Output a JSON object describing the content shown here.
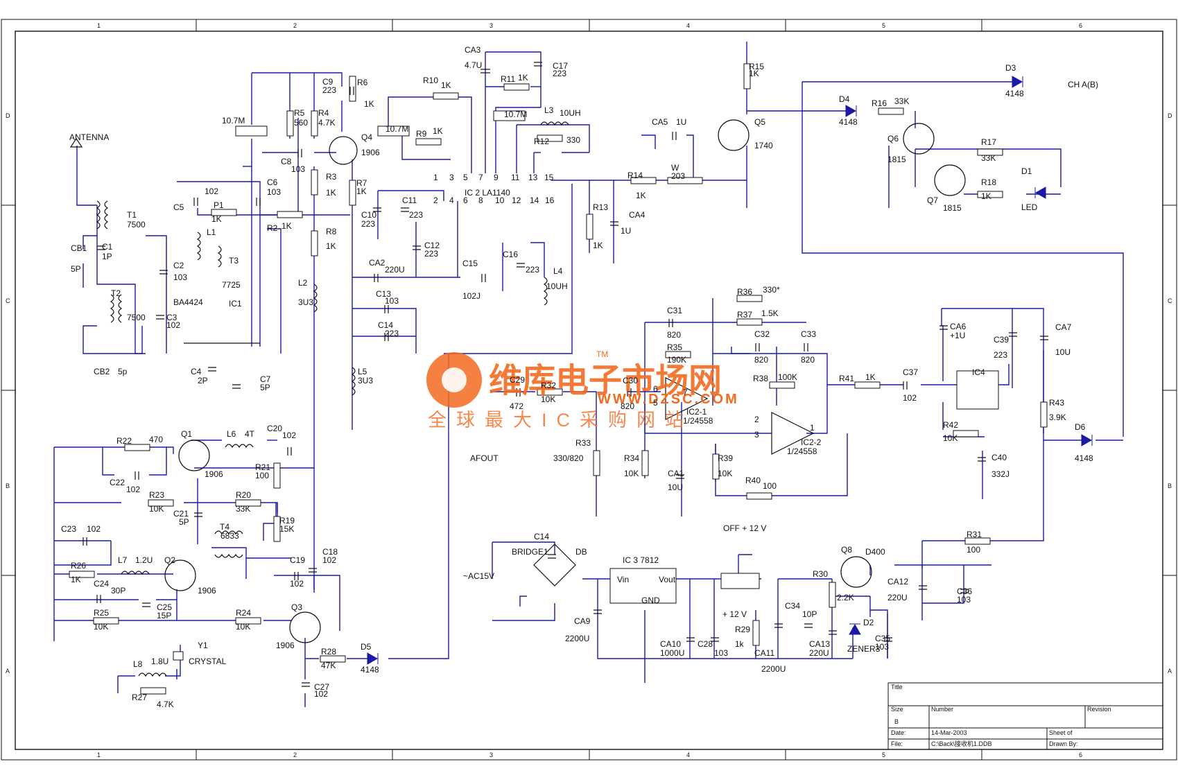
{
  "border": {
    "columns": [
      "1",
      "2",
      "3",
      "4",
      "5",
      "6"
    ],
    "rows": [
      "D",
      "C",
      "B",
      "A"
    ]
  },
  "labels": [
    {
      "id": "antenna",
      "text": "ANTENNA"
    },
    {
      "id": "t1",
      "text": "T1"
    },
    {
      "id": "t1v",
      "text": "7500"
    },
    {
      "id": "cb1",
      "text": "CB1"
    },
    {
      "id": "c1",
      "text": "C1"
    },
    {
      "id": "c1v",
      "text": "1P"
    },
    {
      "id": "cb1v",
      "text": "5P"
    },
    {
      "id": "t2",
      "text": "T2"
    },
    {
      "id": "t2v",
      "text": "7500"
    },
    {
      "id": "cb2",
      "text": "CB2"
    },
    {
      "id": "cb2v",
      "text": "5p"
    },
    {
      "id": "c5",
      "text": "C5"
    },
    {
      "id": "c5v",
      "text": "102"
    },
    {
      "id": "p1",
      "text": "P1"
    },
    {
      "id": "p1v",
      "text": "1K"
    },
    {
      "id": "c2",
      "text": "C2"
    },
    {
      "id": "c2v",
      "text": "103"
    },
    {
      "id": "c3",
      "text": "C3"
    },
    {
      "id": "c3v",
      "text": "102"
    },
    {
      "id": "ba",
      "text": "BA4424"
    },
    {
      "id": "ic1",
      "text": "IC1"
    },
    {
      "id": "l1",
      "text": "L1"
    },
    {
      "id": "t3",
      "text": "T3"
    },
    {
      "id": "t3v",
      "text": "7725"
    },
    {
      "id": "c4",
      "text": "C4"
    },
    {
      "id": "c4v",
      "text": "2P"
    },
    {
      "id": "c7",
      "text": "C7"
    },
    {
      "id": "c7v",
      "text": "5P"
    },
    {
      "id": "c6",
      "text": "C6"
    },
    {
      "id": "c6v",
      "text": "103"
    },
    {
      "id": "r2",
      "text": "R2"
    },
    {
      "id": "r2v",
      "text": "1K"
    },
    {
      "id": "f107a",
      "text": "10.7M"
    },
    {
      "id": "r5",
      "text": "R5"
    },
    {
      "id": "r5v",
      "text": "560"
    },
    {
      "id": "r4",
      "text": "R4"
    },
    {
      "id": "r4v",
      "text": "4.7K"
    },
    {
      "id": "c9",
      "text": "C9"
    },
    {
      "id": "c9v",
      "text": "223"
    },
    {
      "id": "r6",
      "text": "R6"
    },
    {
      "id": "r6v",
      "text": "1K"
    },
    {
      "id": "c8",
      "text": "C8"
    },
    {
      "id": "c8v",
      "text": "103"
    },
    {
      "id": "q4",
      "text": "Q4"
    },
    {
      "id": "q4v",
      "text": "1906"
    },
    {
      "id": "r3",
      "text": "R3"
    },
    {
      "id": "r3v",
      "text": "1K"
    },
    {
      "id": "r7",
      "text": "R7"
    },
    {
      "id": "r7v",
      "text": "1K"
    },
    {
      "id": "r8",
      "text": "R8"
    },
    {
      "id": "r8v",
      "text": "1K"
    },
    {
      "id": "l2",
      "text": "L2"
    },
    {
      "id": "l2v",
      "text": "3U3"
    },
    {
      "id": "l5",
      "text": "L5"
    },
    {
      "id": "l5v",
      "text": "3U3"
    },
    {
      "id": "ca3",
      "text": "CA3"
    },
    {
      "id": "ca3v",
      "text": "4.7U"
    },
    {
      "id": "c17",
      "text": "C17"
    },
    {
      "id": "c17v",
      "text": "223"
    },
    {
      "id": "r10",
      "text": "R10"
    },
    {
      "id": "r10v",
      "text": "1K"
    },
    {
      "id": "r11",
      "text": "R11"
    },
    {
      "id": "r11v",
      "text": "1K"
    },
    {
      "id": "f107b",
      "text": "10.7M"
    },
    {
      "id": "f107c",
      "text": "10.7M"
    },
    {
      "id": "r9",
      "text": "R9"
    },
    {
      "id": "r9v",
      "text": "1K"
    },
    {
      "id": "l3",
      "text": "L3"
    },
    {
      "id": "l3v",
      "text": "10UH"
    },
    {
      "id": "r12",
      "text": "R12"
    },
    {
      "id": "r12v",
      "text": "330"
    },
    {
      "id": "ic2",
      "text": "IC 2 LA1140"
    },
    {
      "id": "c10",
      "text": "C10"
    },
    {
      "id": "c10v",
      "text": "223"
    },
    {
      "id": "c11",
      "text": "C11"
    },
    {
      "id": "c11v",
      "text": "223"
    },
    {
      "id": "c12",
      "text": "C12"
    },
    {
      "id": "c12v",
      "text": "223"
    },
    {
      "id": "ca2",
      "text": "CA2"
    },
    {
      "id": "ca2v",
      "text": "220U"
    },
    {
      "id": "c15",
      "text": "C15"
    },
    {
      "id": "c15v",
      "text": "102J"
    },
    {
      "id": "c13",
      "text": "C13"
    },
    {
      "id": "c13v",
      "text": "103"
    },
    {
      "id": "c14",
      "text": "C14"
    },
    {
      "id": "c14v",
      "text": "223"
    },
    {
      "id": "c16",
      "text": "C16"
    },
    {
      "id": "c16v",
      "text": "223"
    },
    {
      "id": "l4",
      "text": "L4"
    },
    {
      "id": "l4v",
      "text": "10UH"
    },
    {
      "id": "r15",
      "text": "R15"
    },
    {
      "id": "r15v",
      "text": "1K"
    },
    {
      "id": "ca5",
      "text": "CA5"
    },
    {
      "id": "ca5v",
      "text": "1U"
    },
    {
      "id": "q5",
      "text": "Q5"
    },
    {
      "id": "q5v",
      "text": "1740"
    },
    {
      "id": "r14",
      "text": "R14"
    },
    {
      "id": "r14v",
      "text": "1K"
    },
    {
      "id": "wpot",
      "text": "W"
    },
    {
      "id": "wv",
      "text": "203"
    },
    {
      "id": "r13",
      "text": "R13"
    },
    {
      "id": "r13v",
      "text": "1K"
    },
    {
      "id": "ca4",
      "text": "CA4"
    },
    {
      "id": "ca4v",
      "text": "1U"
    },
    {
      "id": "d3",
      "text": "D3"
    },
    {
      "id": "d3v",
      "text": "4148"
    },
    {
      "id": "cha",
      "text": "CH A(B)"
    },
    {
      "id": "d4",
      "text": "D4"
    },
    {
      "id": "d4v",
      "text": "4148"
    },
    {
      "id": "r16",
      "text": "R16"
    },
    {
      "id": "r16v",
      "text": "33K"
    },
    {
      "id": "q6",
      "text": "Q6"
    },
    {
      "id": "q6v",
      "text": "1815"
    },
    {
      "id": "r17",
      "text": "R17"
    },
    {
      "id": "r17v",
      "text": "33K"
    },
    {
      "id": "d1",
      "text": "D1"
    },
    {
      "id": "led",
      "text": "LED"
    },
    {
      "id": "r18",
      "text": "R18"
    },
    {
      "id": "r18v",
      "text": "1K"
    },
    {
      "id": "q7",
      "text": "Q7"
    },
    {
      "id": "q7v",
      "text": "1815"
    },
    {
      "id": "r36",
      "text": "R36"
    },
    {
      "id": "r36v",
      "text": "330*"
    },
    {
      "id": "r37",
      "text": "R37"
    },
    {
      "id": "r37v",
      "text": "1.5K"
    },
    {
      "id": "c31",
      "text": "C31"
    },
    {
      "id": "c31v",
      "text": "820"
    },
    {
      "id": "c32",
      "text": "C32"
    },
    {
      "id": "c32v",
      "text": "820"
    },
    {
      "id": "c33",
      "text": "C33"
    },
    {
      "id": "c33v",
      "text": "820"
    },
    {
      "id": "r35",
      "text": "R35"
    },
    {
      "id": "r35v",
      "text": "190K"
    },
    {
      "id": "r38",
      "text": "R38"
    },
    {
      "id": "r38v",
      "text": "100K"
    },
    {
      "id": "r41",
      "text": "R41"
    },
    {
      "id": "r41v",
      "text": "1K"
    },
    {
      "id": "c37",
      "text": "C37"
    },
    {
      "id": "c37v",
      "text": "102"
    },
    {
      "id": "c29",
      "text": "C29"
    },
    {
      "id": "c29v",
      "text": "472"
    },
    {
      "id": "r32",
      "text": "R32"
    },
    {
      "id": "r32v",
      "text": "10K"
    },
    {
      "id": "c30",
      "text": "C30"
    },
    {
      "id": "c30v",
      "text": "820"
    },
    {
      "id": "ic21",
      "text": "IC2-1"
    },
    {
      "id": "ic21v",
      "text": "1/24558"
    },
    {
      "id": "ic22",
      "text": "IC2-2"
    },
    {
      "id": "ic22v",
      "text": "1/24558"
    },
    {
      "id": "r33",
      "text": "R33"
    },
    {
      "id": "r33v",
      "text": "330/820"
    },
    {
      "id": "r34",
      "text": "R34"
    },
    {
      "id": "r34v",
      "text": "10K"
    },
    {
      "id": "ca1",
      "text": "CA1"
    },
    {
      "id": "ca1v",
      "text": "10U"
    },
    {
      "id": "r39",
      "text": "R39"
    },
    {
      "id": "r39v",
      "text": "10K"
    },
    {
      "id": "r40",
      "text": "R40"
    },
    {
      "id": "r40v",
      "text": "100"
    },
    {
      "id": "afout",
      "text": "AFOUT"
    },
    {
      "id": "ca6",
      "text": "CA6"
    },
    {
      "id": "ca6v",
      "text": "+1U"
    },
    {
      "id": "c39",
      "text": "C39"
    },
    {
      "id": "c39v",
      "text": "223"
    },
    {
      "id": "ca7",
      "text": "CA7"
    },
    {
      "id": "ca7v",
      "text": "10U"
    },
    {
      "id": "ic4",
      "text": "IC4"
    },
    {
      "id": "r43",
      "text": "R43"
    },
    {
      "id": "r43v",
      "text": "3.9K"
    },
    {
      "id": "r42",
      "text": "R42"
    },
    {
      "id": "r42v",
      "text": "10K"
    },
    {
      "id": "c40",
      "text": "C40"
    },
    {
      "id": "c40v",
      "text": "332J"
    },
    {
      "id": "d6",
      "text": "D6"
    },
    {
      "id": "d6v",
      "text": "4148"
    },
    {
      "id": "r31",
      "text": "R31"
    },
    {
      "id": "r31v",
      "text": "100"
    },
    {
      "id": "r22",
      "text": "R22"
    },
    {
      "id": "r22v",
      "text": "470"
    },
    {
      "id": "q1",
      "text": "Q1"
    },
    {
      "id": "q1v",
      "text": "1906"
    },
    {
      "id": "l6",
      "text": "L6"
    },
    {
      "id": "l6v",
      "text": "4T"
    },
    {
      "id": "c20",
      "text": "C20"
    },
    {
      "id": "c20v",
      "text": "102"
    },
    {
      "id": "c22",
      "text": "C22"
    },
    {
      "id": "c22v",
      "text": "102"
    },
    {
      "id": "r21",
      "text": "R21"
    },
    {
      "id": "r21v",
      "text": "100"
    },
    {
      "id": "r23",
      "text": "R23"
    },
    {
      "id": "r23v",
      "text": "10K"
    },
    {
      "id": "r20",
      "text": "R20"
    },
    {
      "id": "r20v",
      "text": "33K"
    },
    {
      "id": "c21",
      "text": "C21"
    },
    {
      "id": "c21v",
      "text": "5P"
    },
    {
      "id": "t4",
      "text": "T4"
    },
    {
      "id": "t4v",
      "text": "6833"
    },
    {
      "id": "r19",
      "text": "R19"
    },
    {
      "id": "r19v",
      "text": "15K"
    },
    {
      "id": "c18",
      "text": "C18"
    },
    {
      "id": "c18v",
      "text": "102"
    },
    {
      "id": "c23",
      "text": "C23"
    },
    {
      "id": "c23v",
      "text": "102"
    },
    {
      "id": "r26",
      "text": "R26"
    },
    {
      "id": "r26v",
      "text": "1K"
    },
    {
      "id": "l7",
      "text": "L7"
    },
    {
      "id": "l7v",
      "text": "1.2U"
    },
    {
      "id": "q2",
      "text": "Q2"
    },
    {
      "id": "q2v",
      "text": "1906"
    },
    {
      "id": "c19",
      "text": "C19"
    },
    {
      "id": "c19v",
      "text": "102"
    },
    {
      "id": "c24",
      "text": "C24"
    },
    {
      "id": "c24v",
      "text": "30P"
    },
    {
      "id": "c25",
      "text": "C25"
    },
    {
      "id": "c25v",
      "text": "15P"
    },
    {
      "id": "r25",
      "text": "R25"
    },
    {
      "id": "r25v",
      "text": "10K"
    },
    {
      "id": "r24",
      "text": "R24"
    },
    {
      "id": "r24v",
      "text": "10K"
    },
    {
      "id": "q3",
      "text": "Q3"
    },
    {
      "id": "q3v",
      "text": "1906"
    },
    {
      "id": "y1",
      "text": "Y1"
    },
    {
      "id": "y1v",
      "text": "CRYSTAL"
    },
    {
      "id": "l8",
      "text": "L8"
    },
    {
      "id": "l8v",
      "text": "1.8U"
    },
    {
      "id": "r27",
      "text": "R27"
    },
    {
      "id": "r27v",
      "text": "4.7K"
    },
    {
      "id": "r28",
      "text": "R28"
    },
    {
      "id": "r28v",
      "text": "47K"
    },
    {
      "id": "d5",
      "text": "D5"
    },
    {
      "id": "d5v",
      "text": "4148"
    },
    {
      "id": "c27",
      "text": "C27"
    },
    {
      "id": "c27v",
      "text": "102"
    },
    {
      "id": "c14b",
      "text": "C14"
    },
    {
      "id": "bridge",
      "text": "BRIDGE1"
    },
    {
      "id": "db",
      "text": "DB"
    },
    {
      "id": "ac",
      "text": "~AC15V"
    },
    {
      "id": "ic3",
      "text": "IC 3  7812"
    },
    {
      "id": "vin",
      "text": "Vin"
    },
    {
      "id": "vout",
      "text": "Vout"
    },
    {
      "id": "gnd",
      "text": "GND"
    },
    {
      "id": "ca9",
      "text": "CA9"
    },
    {
      "id": "ca9v",
      "text": "2200U"
    },
    {
      "id": "ca10",
      "text": "CA10"
    },
    {
      "id": "ca10v",
      "text": "1000U"
    },
    {
      "id": "c28",
      "text": "C28"
    },
    {
      "id": "c28v",
      "text": "103"
    },
    {
      "id": "off",
      "text": "OFF  + 12 V"
    },
    {
      "id": "p12",
      "text": "+ 12 V"
    },
    {
      "id": "r29",
      "text": "R29"
    },
    {
      "id": "r29v",
      "text": "1k"
    },
    {
      "id": "ca11",
      "text": "CA11"
    },
    {
      "id": "ca11v",
      "text": "2200U"
    },
    {
      "id": "c34",
      "text": "C34"
    },
    {
      "id": "c34v",
      "text": "10P"
    },
    {
      "id": "ca13",
      "text": "CA13"
    },
    {
      "id": "ca13v",
      "text": "220U"
    },
    {
      "id": "r30",
      "text": "R30"
    },
    {
      "id": "r30v",
      "text": "2.2K"
    },
    {
      "id": "q8",
      "text": "Q8"
    },
    {
      "id": "q8v",
      "text": "D400"
    },
    {
      "id": "d2",
      "text": "D2"
    },
    {
      "id": "d2v",
      "text": "ZENER3"
    },
    {
      "id": "c35",
      "text": "C35"
    },
    {
      "id": "c35v",
      "text": "103"
    },
    {
      "id": "ca12",
      "text": "CA12"
    },
    {
      "id": "ca12v",
      "text": "220U"
    },
    {
      "id": "c36",
      "text": "C36"
    },
    {
      "id": "c36v",
      "text": "103"
    },
    {
      "id": "pin1",
      "text": "1"
    },
    {
      "id": "pin3",
      "text": "3"
    },
    {
      "id": "pin5",
      "text": "5"
    },
    {
      "id": "pin7",
      "text": "7"
    },
    {
      "id": "pin9",
      "text": "9"
    },
    {
      "id": "pin11",
      "text": "11"
    },
    {
      "id": "pin13",
      "text": "13"
    },
    {
      "id": "pin15",
      "text": "15"
    },
    {
      "id": "pin2",
      "text": "2"
    },
    {
      "id": "pin4",
      "text": "4"
    },
    {
      "id": "pin6",
      "text": "6"
    },
    {
      "id": "pin8",
      "text": "8"
    },
    {
      "id": "pin10",
      "text": "10"
    },
    {
      "id": "pin12",
      "text": "12"
    },
    {
      "id": "pin14",
      "text": "14"
    },
    {
      "id": "pin16",
      "text": "16"
    },
    {
      "id": "op6",
      "text": "6"
    },
    {
      "id": "op5",
      "text": "5"
    },
    {
      "id": "op7",
      "text": "7"
    },
    {
      "id": "op2",
      "text": "2"
    },
    {
      "id": "op3",
      "text": "3"
    },
    {
      "id": "op1",
      "text": "1"
    }
  ],
  "watermark": {
    "main": "维库电子市场网",
    "tm": "TM",
    "url": "WWW.DZSC.COM",
    "sub": "全球最大IC采购网站"
  },
  "title_block": {
    "title_label": "Title",
    "size_label": "Size",
    "size_value": "B",
    "number_label": "Number",
    "revision_label": "Revision",
    "date_label": "Date:",
    "date_value": "14-Mar-2003",
    "sheet_label": "Sheet   of",
    "file_label": "File:",
    "file_value": "C:\\Back\\接收机1.DDB",
    "drawn_label": "Drawn By:"
  },
  "colors": {
    "wire": "#1a1aa6",
    "component": "#111111",
    "watermark": "#f26b21"
  }
}
